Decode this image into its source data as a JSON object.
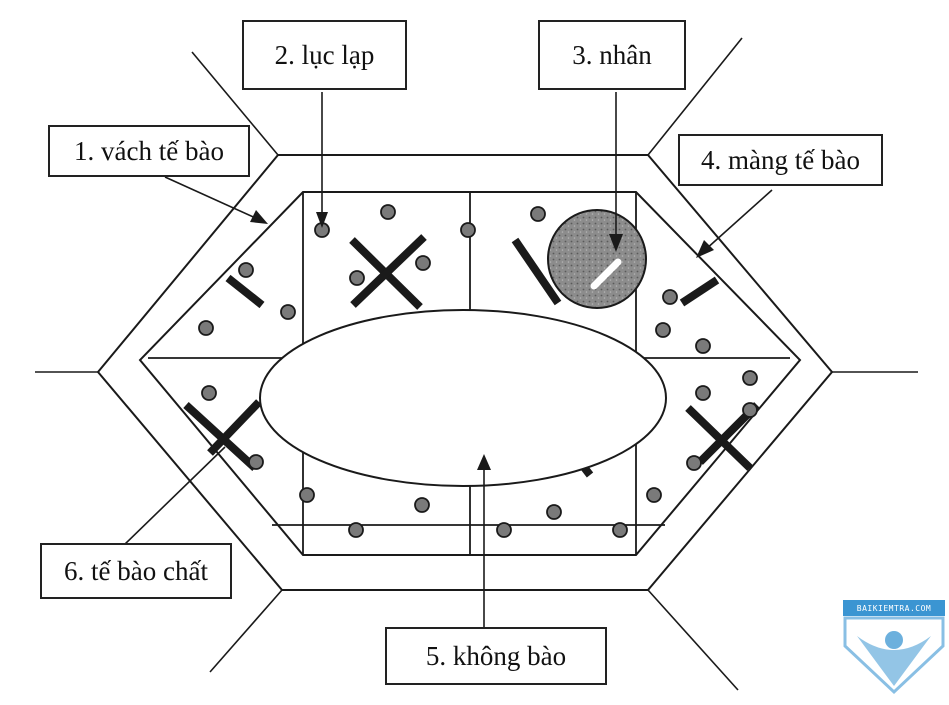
{
  "labels": {
    "cell_wall": "1. vách tế bào",
    "chloroplast": "2. lục lạp",
    "nucleus": "3. nhân",
    "cell_membrane": "4. màng tế bào",
    "vacuole": "5. không bào",
    "cytoplasm": "6. tế bào chất"
  },
  "watermark": {
    "text": "BAIKIEMTRA.COM",
    "color": "#3b95d2"
  },
  "colors": {
    "ink": "#1a1a1a",
    "nucleus_fill": "#8c8c8c",
    "organelle_fill": "#7a7a7a"
  }
}
